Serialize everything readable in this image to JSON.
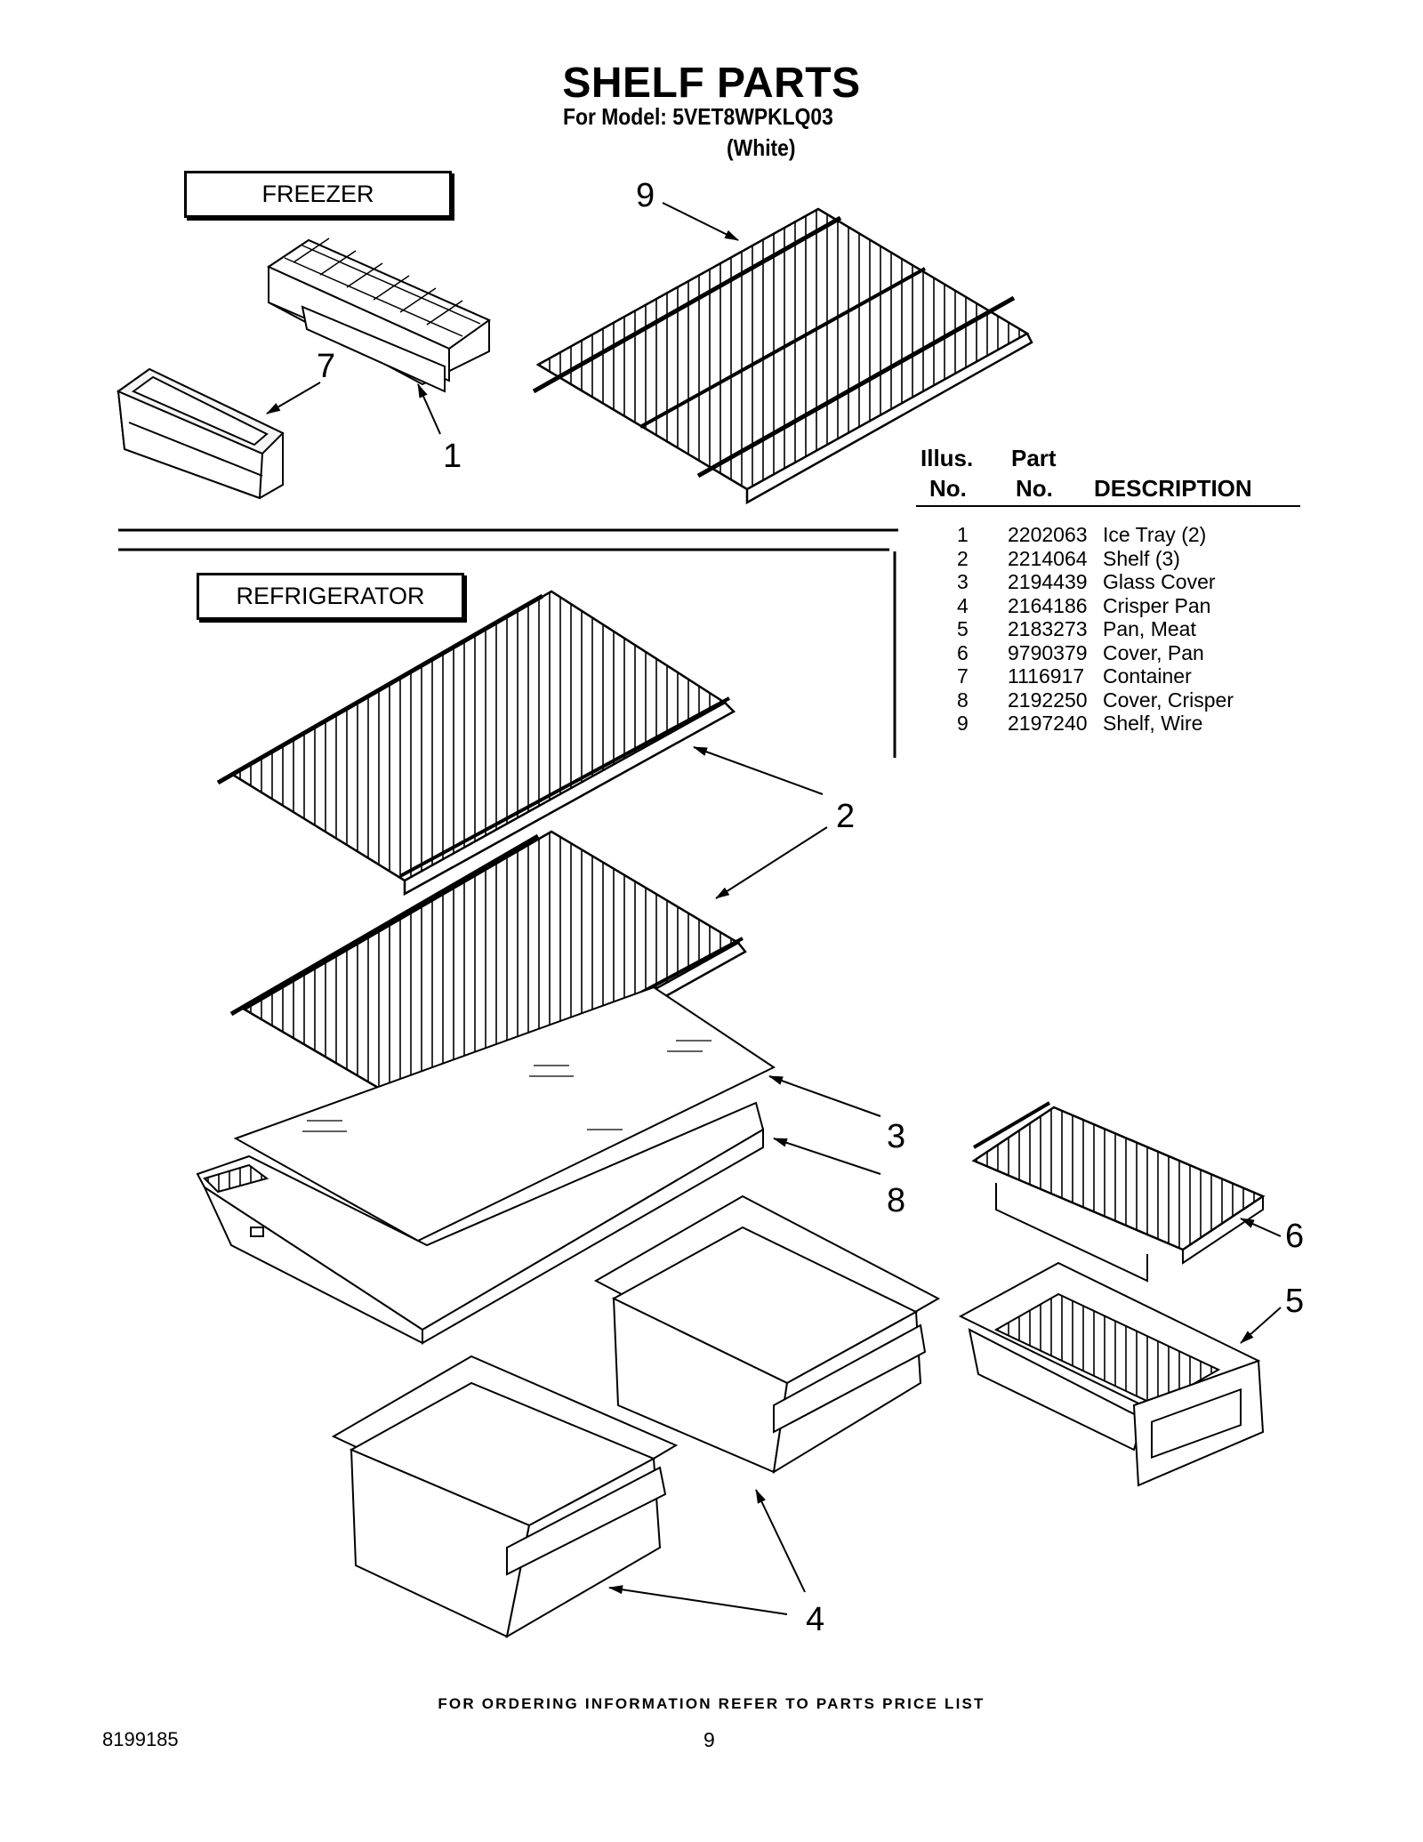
{
  "header": {
    "title": "SHELF PARTS",
    "model": "For Model: 5VET8WPKLQ03",
    "color": "(White)"
  },
  "sections": {
    "freezer": "FREEZER",
    "refrigerator": "REFRIGERATOR"
  },
  "callouts": [
    "9",
    "7",
    "1",
    "2",
    "3",
    "8",
    "6",
    "5",
    "4"
  ],
  "parts_table": {
    "headers": {
      "illus_1": "Illus.",
      "illus_2": "No.",
      "part_1": "Part",
      "part_2": "No.",
      "description": "DESCRIPTION"
    },
    "rows": [
      {
        "illus": "1",
        "part": "2202063",
        "description": "Ice Tray (2)"
      },
      {
        "illus": "2",
        "part": "2214064",
        "description": "Shelf (3)"
      },
      {
        "illus": "3",
        "part": "2194439",
        "description": "Glass Cover"
      },
      {
        "illus": "4",
        "part": "2164186",
        "description": "Crisper Pan"
      },
      {
        "illus": "5",
        "part": "2183273",
        "description": "Pan, Meat"
      },
      {
        "illus": "6",
        "part": "9790379",
        "description": "Cover, Pan"
      },
      {
        "illus": "7",
        "part": "1116917",
        "description": "Container"
      },
      {
        "illus": "8",
        "part": "2192250",
        "description": "Cover, Crisper"
      },
      {
        "illus": "9",
        "part": "2197240",
        "description": "Shelf, Wire"
      }
    ]
  },
  "footer": {
    "note": "FOR ORDERING INFORMATION REFER TO PARTS PRICE LIST",
    "doc_number": "8199185",
    "page_number": "9"
  }
}
